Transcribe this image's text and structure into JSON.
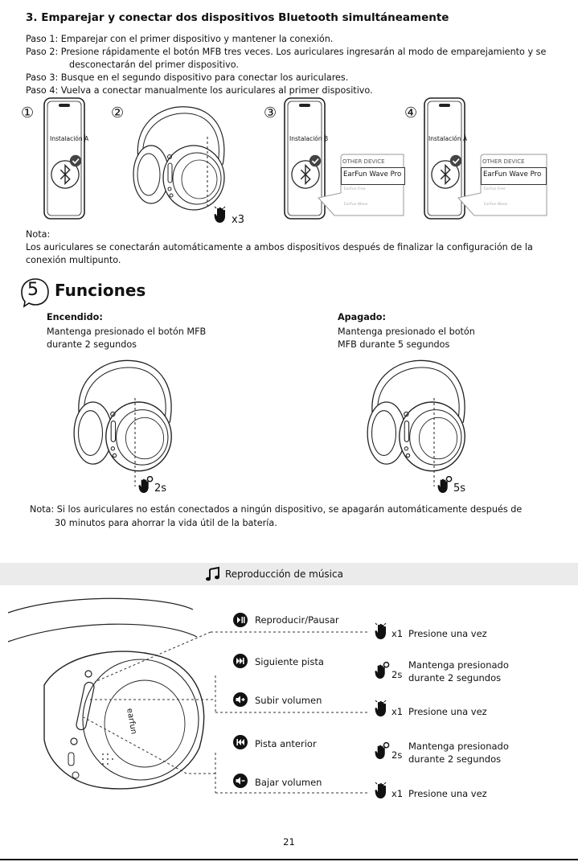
{
  "section3": {
    "title": "3. Emparejar y conectar dos dispositivos Bluetooth simultáneamente",
    "steps": [
      "Paso 1: Emparejar con el primer dispositivo y mantener la conexión.",
      "Paso 2: Presione rápidamente el botón MFB tres veces. Los auriculares ingresarán al modo de emparejamiento y se",
      "desconectarán del primer dispositivo.",
      "Paso 3: Busque en el segundo dispositivo para conectar los auriculares.",
      "Paso 4: Vuelva a conectar manualmente los auriculares al primer dispositivo."
    ],
    "figure_numbers": [
      "①",
      "②",
      "③",
      "④"
    ],
    "phone_a_label": "Instalación A",
    "phone_b_label": "Instalación B",
    "other_device_header": "OTHER DEVICE",
    "device_name": "EarFun Wave Pro",
    "device_faded_1": "EarFun Free",
    "device_faded_2": "EarFun Wave",
    "press_count": "x3",
    "note_label": "Nota:",
    "note_line1": "Los auriculares se conectarán automáticamente a ambos dispositivos después de finalizar la configuración de la",
    "note_line2": "conexión multipunto."
  },
  "section5": {
    "number": "5",
    "title": "Funciones",
    "on_title": "Encendido:",
    "on_desc1": "Mantenga presionado el botón MFB",
    "on_desc2": "durante 2 segundos",
    "on_time": "2s",
    "off_title": "Apagado:",
    "off_desc1": "Mantenga presionado el botón",
    "off_desc2": "MFB durante 5 segundos",
    "off_time": "5s",
    "note_line1": "Nota: Si los auriculares no están conectados a ningún dispositivo, se apagarán automáticamente después de",
    "note_line2": "30 minutos para ahorrar la vida útil de la batería."
  },
  "music": {
    "header": "Reproducción de música",
    "brand_mark": "earfun",
    "functions": [
      {
        "label": "Reproducir/Pausar",
        "gesture": "x1",
        "action": "Presione una vez"
      },
      {
        "label": "Siguiente pista",
        "gesture": "2s",
        "action1": "Mantenga presionado",
        "action2": "durante 2 segundos"
      },
      {
        "label": "Subir volumen",
        "gesture": "x1",
        "action": "Presione una vez"
      },
      {
        "label": "Pista anterior",
        "gesture": "2s",
        "action1": "Mantenga presionado",
        "action2": "durante 2 segundos"
      },
      {
        "label": "Bajar volumen",
        "gesture": "x1",
        "action": "Presione una vez"
      }
    ]
  },
  "page_number": "21"
}
